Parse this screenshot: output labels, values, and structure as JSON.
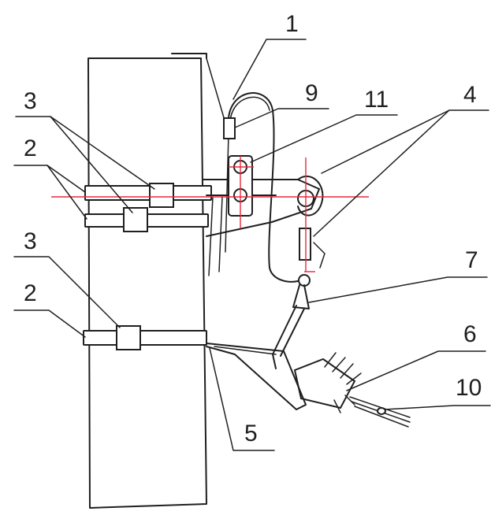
{
  "colors": {
    "ink": "#1f1f1f",
    "axis": "#e8283c",
    "background": "#ffffff"
  },
  "labels": {
    "l1": "1",
    "l2_top": "2",
    "l2_bottom": "2",
    "l3_top": "3",
    "l3_bottom": "3",
    "l4": "4",
    "l5": "5",
    "l6": "6",
    "l7": "7",
    "l9": "9",
    "l10": "10",
    "l11": "11"
  }
}
